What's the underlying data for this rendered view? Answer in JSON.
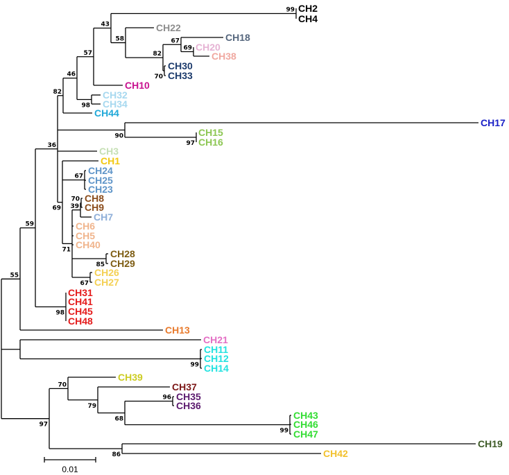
{
  "tree": {
    "id": "root",
    "children": [
      {
        "id": "n55",
        "support": "55",
        "children": [
          {
            "id": "n59",
            "support": "59",
            "children": [
              {
                "id": "n36",
                "support": "36",
                "children": [
                  {
                    "id": "n82",
                    "support": "82",
                    "children": [
                      {
                        "id": "n46",
                        "support": "46",
                        "children": [
                          {
                            "id": "n57",
                            "support": "57",
                            "children": [
                              {
                                "id": "n43",
                                "support": "43",
                                "children": [
                                  {
                                    "id": "n99a",
                                    "support": "99",
                                    "children": [
                                      {
                                        "id": "CH2"
                                      },
                                      {
                                        "id": "CH4"
                                      }
                                    ]
                                  },
                                  {
                                    "id": "n58",
                                    "support": "58",
                                    "children": [
                                      {
                                        "id": "CH22"
                                      },
                                      {
                                        "id": "n82b",
                                        "support": "82",
                                        "children": [
                                          {
                                            "id": "n67",
                                            "support": "67",
                                            "children": [
                                              {
                                                "id": "CH18"
                                              },
                                              {
                                                "id": "n69",
                                                "support": "69",
                                                "children": [
                                                  {
                                                    "id": "CH20"
                                                  },
                                                  {
                                                    "id": "CH38"
                                                  }
                                                ]
                                              }
                                            ]
                                          },
                                          {
                                            "id": "n70",
                                            "support": "70",
                                            "children": [
                                              {
                                                "id": "CH30"
                                              },
                                              {
                                                "id": "CH33"
                                              }
                                            ]
                                          }
                                        ]
                                      }
                                    ]
                                  }
                                ]
                              },
                              {
                                "id": "CH10"
                              }
                            ]
                          },
                          {
                            "id": "n98",
                            "support": "98",
                            "children": [
                              {
                                "id": "CH32"
                              },
                              {
                                "id": "CH34"
                              }
                            ]
                          }
                        ]
                      },
                      {
                        "id": "CH44"
                      }
                    ]
                  },
                  {
                    "id": "n90",
                    "support": "90",
                    "children": [
                      {
                        "id": "CH17"
                      },
                      {
                        "id": "n97a",
                        "support": "97",
                        "children": [
                          {
                            "id": "CH15"
                          },
                          {
                            "id": "CH16"
                          }
                        ]
                      }
                    ]
                  },
                  {
                    "id": "CH3"
                  },
                  {
                    "id": "n69b",
                    "support": "69",
                    "children": [
                      {
                        "id": "CH1"
                      },
                      {
                        "id": "n67b",
                        "support": "67",
                        "children": [
                          {
                            "id": "CH24"
                          },
                          {
                            "id": "CH25"
                          },
                          {
                            "id": "CH23"
                          }
                        ]
                      },
                      {
                        "id": "n71",
                        "support": "71",
                        "children": [
                          {
                            "id": "n39",
                            "support": "39",
                            "children": [
                              {
                                "id": "n70b",
                                "support": "70",
                                "children": [
                                  {
                                    "id": "CH8"
                                  },
                                  {
                                    "id": "CH9"
                                  }
                                ]
                              },
                              {
                                "id": "CH7"
                              }
                            ]
                          },
                          {
                            "id": "CH6"
                          },
                          {
                            "id": "CH5"
                          },
                          {
                            "id": "CH40"
                          },
                          {
                            "id": "n85",
                            "support": "85",
                            "children": [
                              {
                                "id": "CH28"
                              },
                              {
                                "id": "CH29"
                              }
                            ]
                          },
                          {
                            "id": "n67c",
                            "support": "67",
                            "children": [
                              {
                                "id": "CH26"
                              },
                              {
                                "id": "CH27"
                              }
                            ]
                          }
                        ]
                      }
                    ]
                  }
                ]
              },
              {
                "id": "n98b",
                "support": "98",
                "children": [
                  {
                    "id": "CH31"
                  },
                  {
                    "id": "CH41"
                  },
                  {
                    "id": "CH45"
                  },
                  {
                    "id": "CH48"
                  }
                ]
              }
            ]
          },
          {
            "id": "CH13"
          }
        ]
      },
      {
        "id": "nA",
        "children": [
          {
            "id": "CH21"
          },
          {
            "id": "n99b",
            "support": "99",
            "children": [
              {
                "id": "CH11"
              },
              {
                "id": "CH12"
              },
              {
                "id": "CH14"
              }
            ]
          }
        ]
      },
      {
        "id": "n97b",
        "support": "97",
        "children": [
          {
            "id": "n70c",
            "support": "70",
            "children": [
              {
                "id": "CH39"
              },
              {
                "id": "n79",
                "support": "79",
                "children": [
                  {
                    "id": "CH37"
                  },
                  {
                    "id": "n68",
                    "support": "68",
                    "children": [
                      {
                        "id": "n96",
                        "support": "96",
                        "children": [
                          {
                            "id": "CH35"
                          },
                          {
                            "id": "CH36"
                          }
                        ]
                      },
                      {
                        "id": "n99c",
                        "support": "99",
                        "children": [
                          {
                            "id": "CH43"
                          },
                          {
                            "id": "CH46"
                          },
                          {
                            "id": "CH47"
                          }
                        ]
                      }
                    ]
                  }
                ]
              }
            ]
          },
          {
            "id": "n86",
            "support": "86",
            "children": [
              {
                "id": "CH19"
              },
              {
                "id": "CH42"
              }
            ]
          }
        ]
      }
    ]
  },
  "leaves": {
    "CH2": {
      "label": "CH2",
      "color": "#000000"
    },
    "CH4": {
      "label": "CH4",
      "color": "#000000"
    },
    "CH22": {
      "label": "CH22",
      "color": "#8c8c8c"
    },
    "CH18": {
      "label": "CH18",
      "color": "#56677e"
    },
    "CH20": {
      "label": "CH20",
      "color": "#e6b3d4"
    },
    "CH38": {
      "label": "CH38",
      "color": "#f0a8a0"
    },
    "CH30": {
      "label": "CH30",
      "color": "#1b3a6b"
    },
    "CH33": {
      "label": "CH33",
      "color": "#1b3a6b"
    },
    "CH10": {
      "label": "CH10",
      "color": "#c8118f"
    },
    "CH32": {
      "label": "CH32",
      "color": "#a6d8ef"
    },
    "CH34": {
      "label": "CH34",
      "color": "#a6d8ef"
    },
    "CH44": {
      "label": "CH44",
      "color": "#1fa8d8"
    },
    "CH17": {
      "label": "CH17",
      "color": "#1a20c6"
    },
    "CH15": {
      "label": "CH15",
      "color": "#8cc652"
    },
    "CH16": {
      "label": "CH16",
      "color": "#8cc652"
    },
    "CH3": {
      "label": "CH3",
      "color": "#c5dfb4"
    },
    "CH1": {
      "label": "CH1",
      "color": "#f2c811"
    },
    "CH24": {
      "label": "CH24",
      "color": "#5e94c8"
    },
    "CH25": {
      "label": "CH25",
      "color": "#5e94c8"
    },
    "CH23": {
      "label": "CH23",
      "color": "#5e94c8"
    },
    "CH8": {
      "label": "CH8",
      "color": "#8a4b1a"
    },
    "CH9": {
      "label": "CH9",
      "color": "#8a4b1a"
    },
    "CH7": {
      "label": "CH7",
      "color": "#8eaed8"
    },
    "CH6": {
      "label": "CH6",
      "color": "#f0b48c"
    },
    "CH5": {
      "label": "CH5",
      "color": "#f0b48c"
    },
    "CH40": {
      "label": "CH40",
      "color": "#f0b48c"
    },
    "CH28": {
      "label": "CH28",
      "color": "#7d5c12"
    },
    "CH29": {
      "label": "CH29",
      "color": "#7d5c12"
    },
    "CH26": {
      "label": "CH26",
      "color": "#f4d053"
    },
    "CH27": {
      "label": "CH27",
      "color": "#f4d053"
    },
    "CH31": {
      "label": "CH31",
      "color": "#e41a1a"
    },
    "CH41": {
      "label": "CH41",
      "color": "#e41a1a"
    },
    "CH45": {
      "label": "CH45",
      "color": "#e41a1a"
    },
    "CH48": {
      "label": "CH48",
      "color": "#e41a1a"
    },
    "CH13": {
      "label": "CH13",
      "color": "#e87a2c"
    },
    "CH21": {
      "label": "CH21",
      "color": "#e36fc4"
    },
    "CH11": {
      "label": "CH11",
      "color": "#22e2e0"
    },
    "CH12": {
      "label": "CH12",
      "color": "#22e2e0"
    },
    "CH14": {
      "label": "CH14",
      "color": "#22e2e0"
    },
    "CH39": {
      "label": "CH39",
      "color": "#cccc22"
    },
    "CH37": {
      "label": "CH37",
      "color": "#7b1616"
    },
    "CH35": {
      "label": "CH35",
      "color": "#5b1a6e"
    },
    "CH36": {
      "label": "CH36",
      "color": "#5b1a6e"
    },
    "CH43": {
      "label": "CH43",
      "color": "#33dd33"
    },
    "CH46": {
      "label": "CH46",
      "color": "#33dd33"
    },
    "CH47": {
      "label": "CH47",
      "color": "#33dd33"
    },
    "CH19": {
      "label": "CH19",
      "color": "#3d5a26"
    },
    "CH42": {
      "label": "CH42",
      "color": "#f2c12e"
    }
  },
  "scale_bar": {
    "value": 0.01,
    "label": "0.01"
  }
}
